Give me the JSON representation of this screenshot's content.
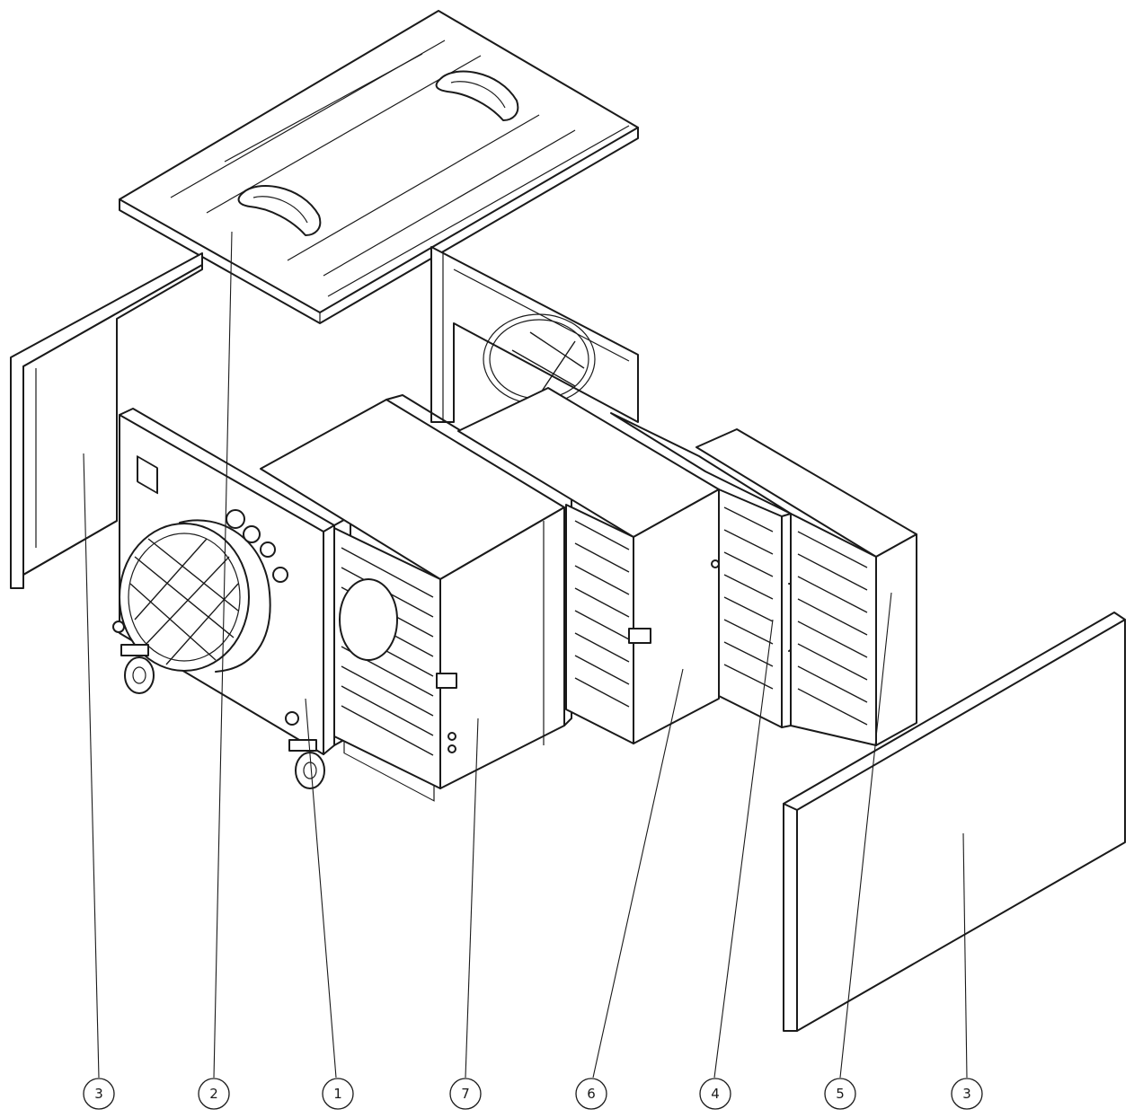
{
  "callouts": [
    {
      "id": "c1",
      "label": "3"
    },
    {
      "id": "c2",
      "label": "2"
    },
    {
      "id": "c3",
      "label": "1"
    },
    {
      "id": "c4",
      "label": "7"
    },
    {
      "id": "c5",
      "label": "6"
    },
    {
      "id": "c6",
      "label": "4"
    },
    {
      "id": "c7",
      "label": "5"
    },
    {
      "id": "c8",
      "label": "3"
    }
  ]
}
